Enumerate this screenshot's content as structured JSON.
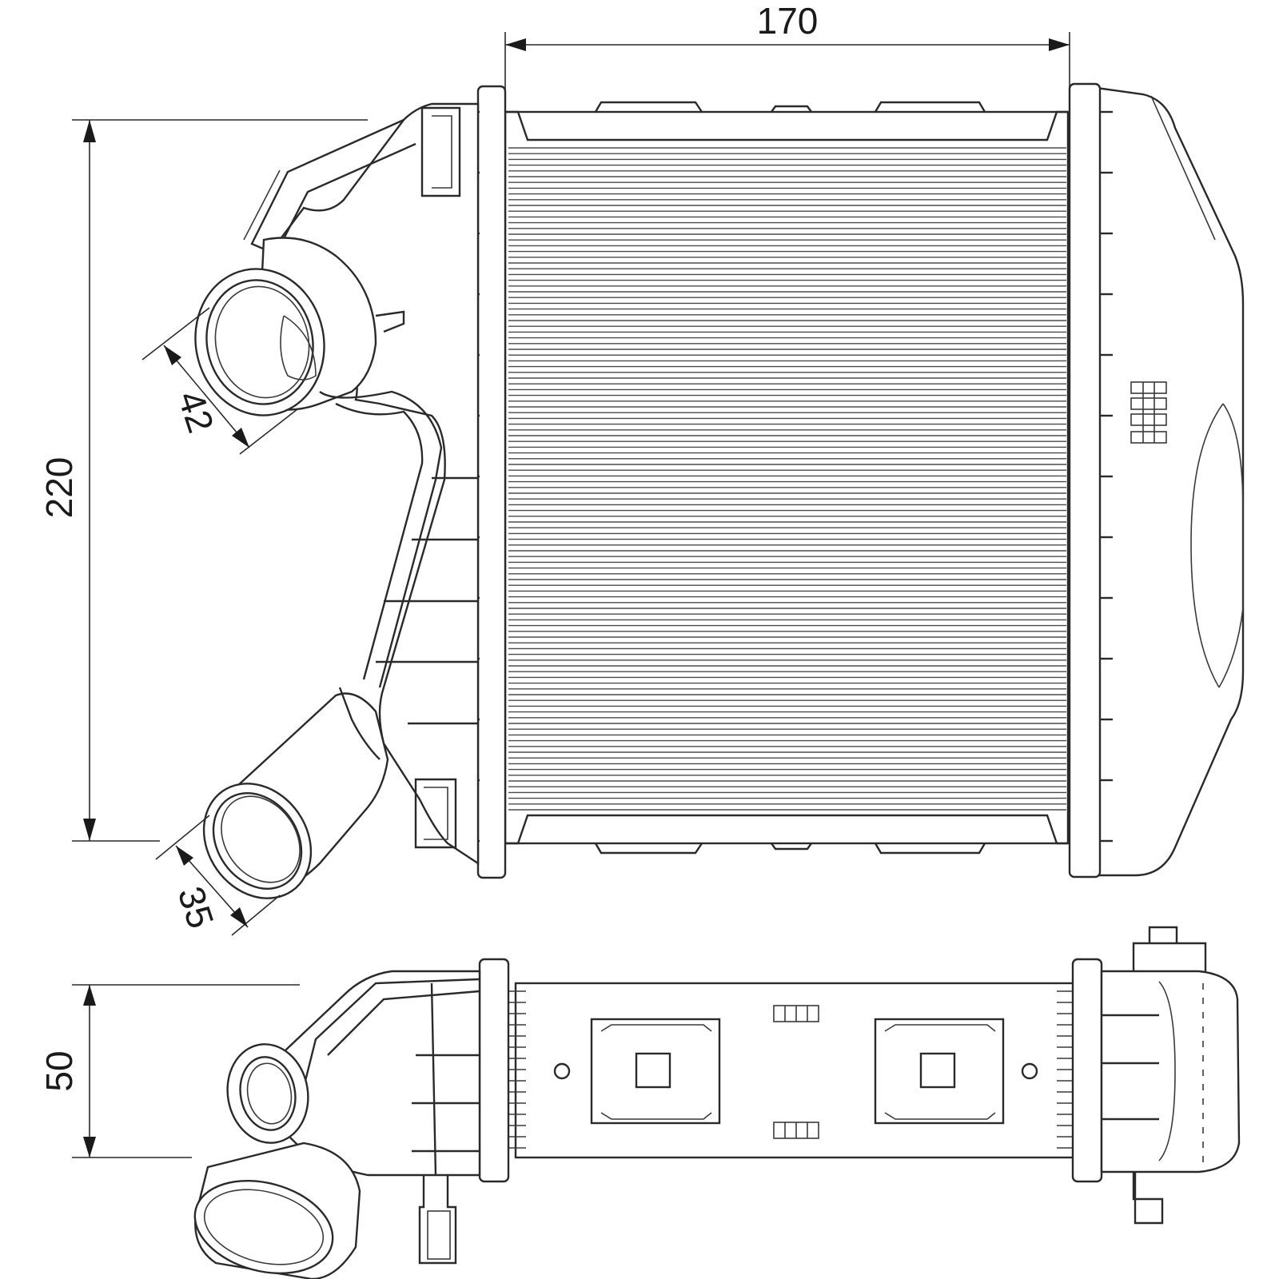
{
  "drawing": {
    "dimensions": {
      "width": "170",
      "height": "220",
      "outlet_diameter": "42",
      "inlet_diameter": "35",
      "depth": "50"
    }
  }
}
